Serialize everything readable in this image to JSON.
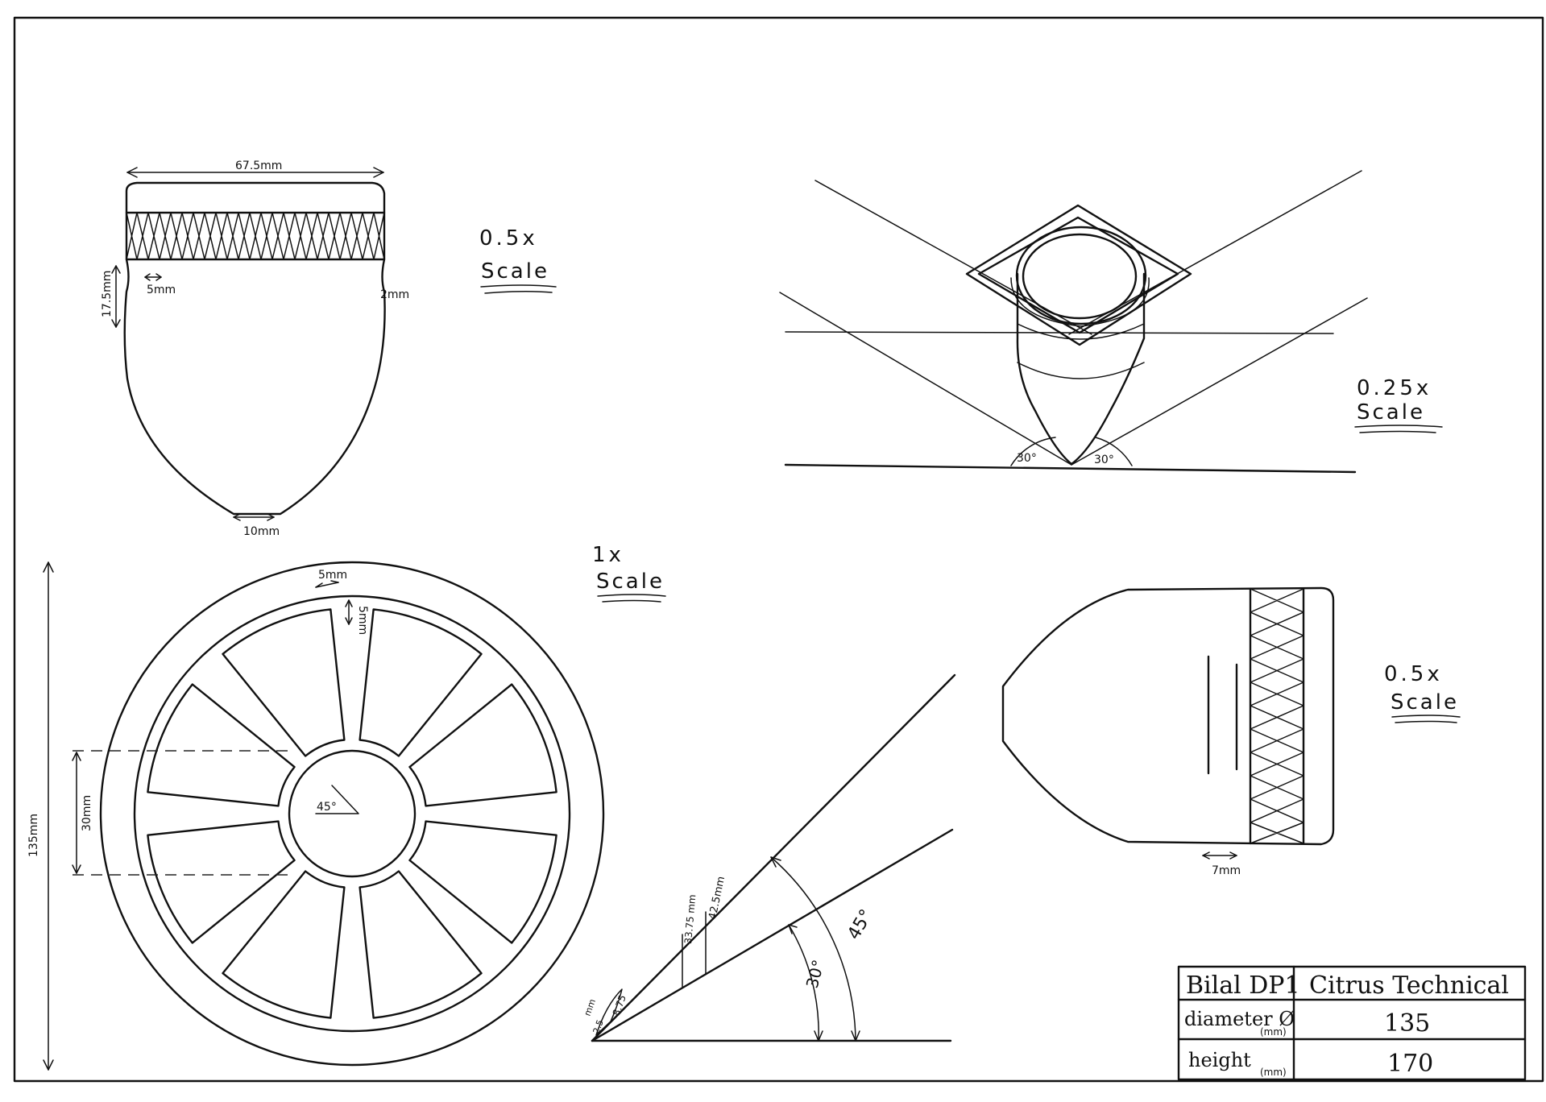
{
  "front_view": {
    "width_label": "67.5mm",
    "band_height_label": "17.5mm",
    "groove_label": "5mm",
    "depth_label": "2mm",
    "tip_label": "10mm",
    "scale_value": "0.5x",
    "scale_word": "Scale"
  },
  "iso_view": {
    "angle_left": "30°",
    "angle_right": "30°",
    "scale_value": "0.25x",
    "scale_word": "Scale"
  },
  "top_view": {
    "overall_label": "135mm",
    "hub_label": "30mm",
    "rim_label": "5mm",
    "rim_depth_label": "5mm",
    "hub_angle_label": "45°",
    "scale_value": "1x",
    "scale_word": "Scale"
  },
  "side_view": {
    "band_label": "7mm",
    "scale_value": "0.5x",
    "scale_word": "Scale"
  },
  "angle_construction": {
    "label_30": "30°",
    "label_45": "45°",
    "label_a": "33.75 mm",
    "label_b": "42.5mm",
    "label_c": "8.75",
    "label_d": "mm",
    "label_e": "2.5"
  },
  "title_block": {
    "name": "Bilal DP1",
    "title": "Citrus Technical",
    "row1_label": "diameter Ø",
    "row1_unit": "(mm)",
    "row1_value": "135",
    "row2_label": "height",
    "row2_unit": "(mm)",
    "row2_value": "170"
  }
}
